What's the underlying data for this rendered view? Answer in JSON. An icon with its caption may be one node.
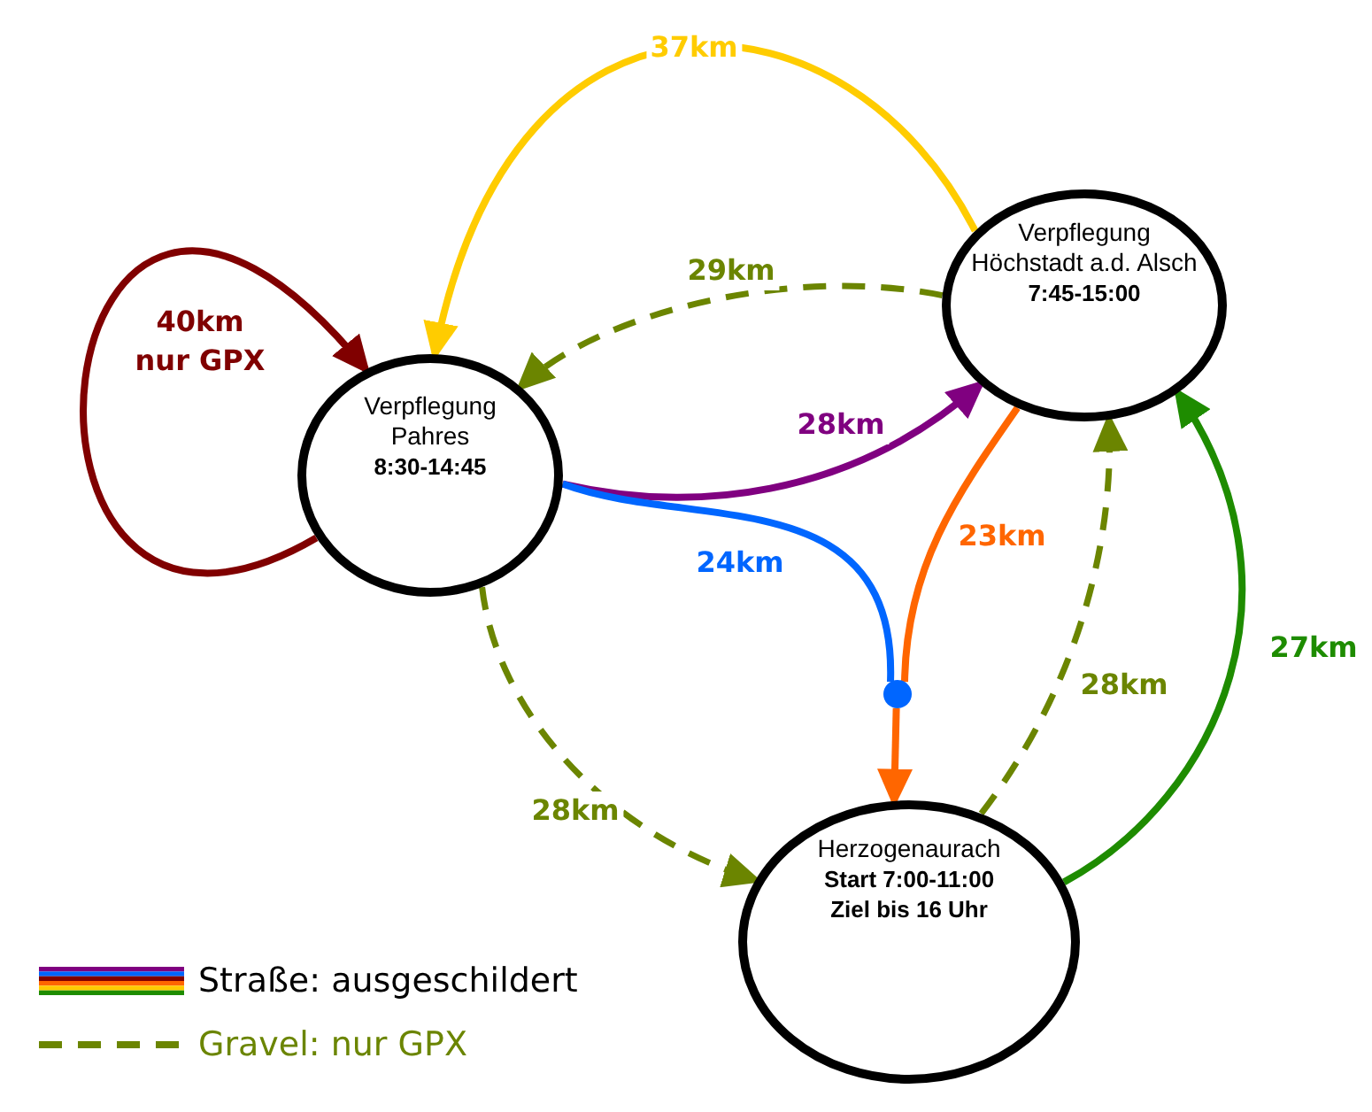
{
  "diagram": {
    "nodes": [
      {
        "text": [
          "Verpflegung Pahres",
          "8:30-14:45"
        ]
      },
      {
        "text": [
          "Verpflegung Höchstadt a.d. Alsch",
          "7:45-15:00"
        ]
      },
      {
        "text": [
          "Herzogenaurach",
          "Start 7:00-11:00",
          "Ziel bis 16 Uhr"
        ]
      },
      {
        "text": [],
        "shape": "circle"
      }
    ],
    "edges": [
      {
        "from": 0,
        "to": 0,
        "arrow": "to",
        "label": "40km nur GPX",
        "color": "#800000"
      },
      {
        "from": 1,
        "to": 0,
        "arrow": "to",
        "label": "37km",
        "color": "#ffcc00"
      },
      {
        "from": 1,
        "to": 0,
        "arrow": "to",
        "label": "29km",
        "style": "dashed",
        "color": "#6b8500"
      },
      {
        "from": 0,
        "to": 1,
        "arrow": "to",
        "label": "28km",
        "color": "#800080"
      },
      {
        "from": 0,
        "to": 3,
        "arrow": "none",
        "label": "24km",
        "color": "#0066ff"
      },
      {
        "from": 1,
        "to": 3,
        "arrow": "none",
        "label": "23km",
        "color": "#ff6600"
      },
      {
        "from": 3,
        "to": 2,
        "arrow": "to",
        "color": "#ff6600"
      },
      {
        "from": 0,
        "to": 2,
        "arrow": "to",
        "label": "28km",
        "style": "dashed",
        "color": "#6b8500"
      },
      {
        "from": 2,
        "to": 1,
        "arrow": "to",
        "label": "28km",
        "style": "dashed",
        "color": "#6b8500"
      },
      {
        "from": 2,
        "to": 1,
        "arrow": "to",
        "label": "27km",
        "color": "#1e8c00"
      }
    ],
    "legend": [
      {
        "text": "Straße: ausgeschildert"
      },
      {
        "text": "Gravel: nur GPX"
      }
    ]
  }
}
